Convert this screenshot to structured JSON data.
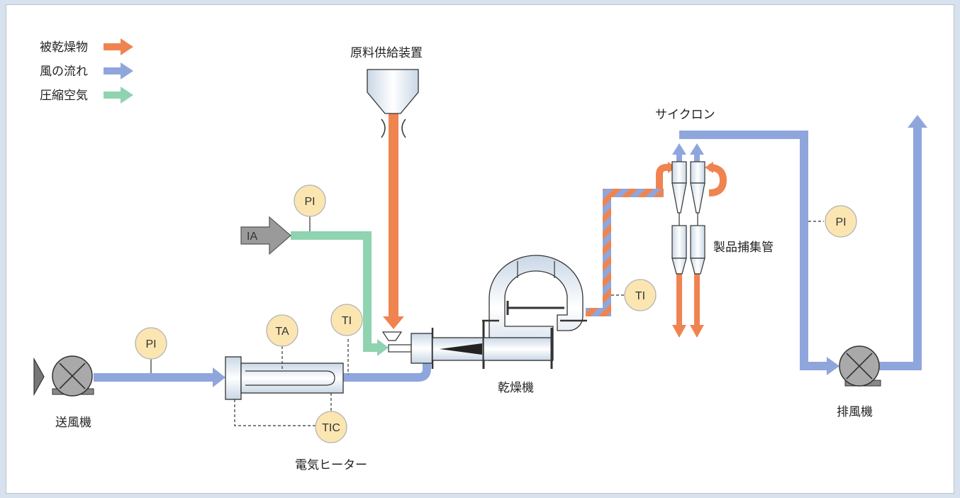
{
  "legend": {
    "material": "被乾燥物",
    "air": "風の流れ",
    "compressed": "圧縮空気"
  },
  "colors": {
    "material": "#ef8450",
    "air": "#8fa6dd",
    "compressed": "#8fd3b0",
    "instrument_fill": "#fbe6b2"
  },
  "components": {
    "feeder": "原料供給装置",
    "cyclone": "サイクロン",
    "product_tube": "製品捕集管",
    "dryer": "乾燥機",
    "blower": "送風機",
    "exhaust_fan": "排風機",
    "heater": "電気ヒーター",
    "ia": "IA"
  },
  "instruments": {
    "pi_blower": "PI",
    "ta": "TA",
    "ti_heater": "TI",
    "tic": "TIC",
    "pi_ia": "PI",
    "ti_dryer": "TI",
    "pi_exhaust": "PI"
  }
}
